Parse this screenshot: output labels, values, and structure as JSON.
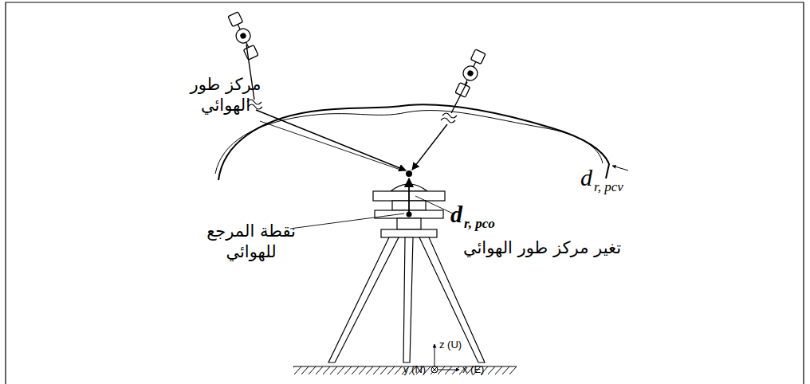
{
  "diagram": {
    "labels": [
      "مركز طور الهوائي",
      "d",
      "r, pcv",
      "d",
      "r, pco",
      "تغير مركز طور الهوائي",
      "نقطة المرجع للهوائي",
      "z (U)",
      "y (N)",
      "x (E)"
    ]
  }
}
